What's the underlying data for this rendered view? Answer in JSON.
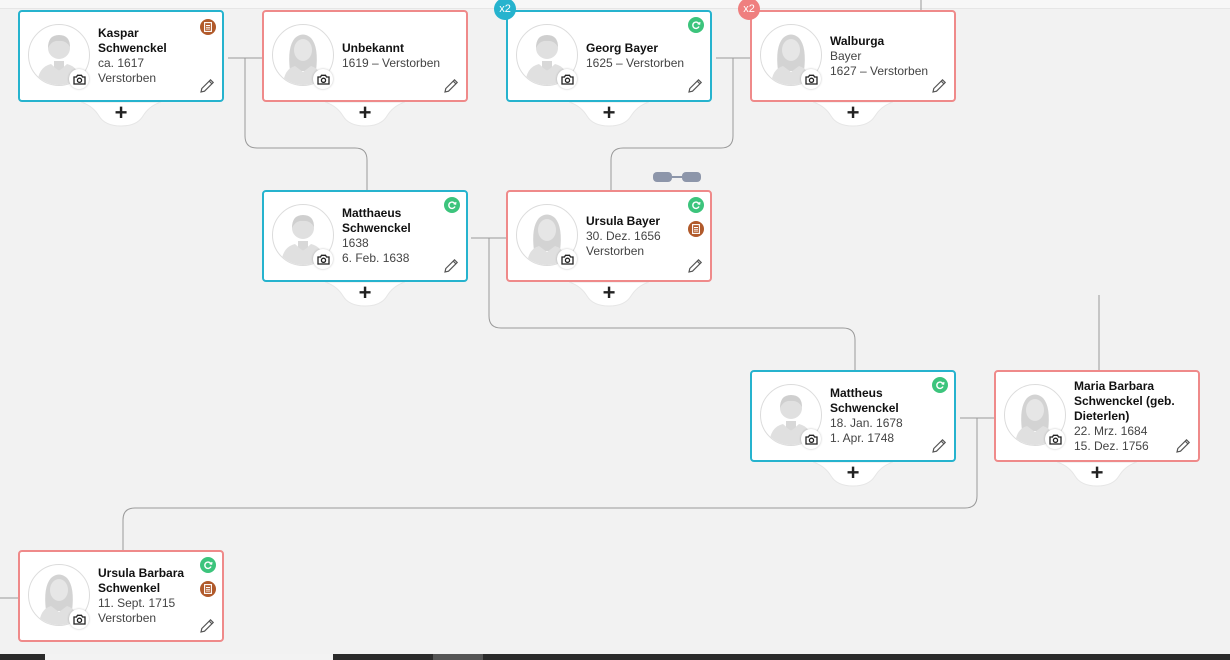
{
  "persons": [
    {
      "id": "kaspar",
      "name_lines": [
        "Kaspar",
        "Schwenckel"
      ],
      "info": [
        "ca. 1617",
        "Verstorben"
      ],
      "gender": "m",
      "sync": false,
      "doc": true
    },
    {
      "id": "unbekannt",
      "name_lines": [
        "Unbekannt"
      ],
      "info": [
        "1619 – Verstorben"
      ],
      "gender": "f",
      "sync": false,
      "doc": false
    },
    {
      "id": "georg",
      "name_lines": [
        "Georg Bayer"
      ],
      "info": [
        "1625 – Verstorben"
      ],
      "gender": "m",
      "sync": true,
      "doc": false,
      "badge": "x2"
    },
    {
      "id": "walburga",
      "name_lines": [
        "Walburga"
      ],
      "info": [
        "Bayer",
        "1627 – Verstorben"
      ],
      "gender": "f",
      "sync": false,
      "doc": false,
      "badge": "x2"
    },
    {
      "id": "matthaeus",
      "name_lines": [
        "Matthaeus",
        "Schwenckel"
      ],
      "info": [
        "1638",
        "6. Feb. 1638"
      ],
      "gender": "m",
      "sync": true,
      "doc": false
    },
    {
      "id": "ursula",
      "name_lines": [
        "Ursula Bayer"
      ],
      "info": [
        "30. Dez. 1656",
        "Verstorben"
      ],
      "gender": "f",
      "sync": true,
      "doc": true
    },
    {
      "id": "mattheus",
      "name_lines": [
        "Mattheus",
        "Schwenckel"
      ],
      "info": [
        "18. Jan. 1678",
        "1. Apr. 1748"
      ],
      "gender": "m",
      "sync": true,
      "doc": false
    },
    {
      "id": "mariabarbara",
      "name_lines": [
        "Maria Barbara",
        "Schwenckel (geb.",
        "Dieterlen)"
      ],
      "info": [
        "22. Mrz. 1684",
        "15. Dez. 1756"
      ],
      "gender": "f",
      "sync": false,
      "doc": false
    },
    {
      "id": "ursulabarbara",
      "name_lines": [
        "Ursula Barbara",
        "Schwenkel"
      ],
      "info": [
        "11. Sept. 1715",
        "Verstorben"
      ],
      "gender": "f",
      "sync": true,
      "doc": true
    }
  ],
  "colors": {
    "male": "#26b3ce",
    "female": "#ef8a8a",
    "sync": "#3cc47c",
    "doc": "#b15a2b",
    "line": "#9a9a9a"
  },
  "icons": {
    "camera": "camera-icon",
    "edit": "pencil-icon",
    "sync": "sync-icon",
    "document": "document-icon",
    "add": "plus-icon",
    "link": "link-icon"
  }
}
